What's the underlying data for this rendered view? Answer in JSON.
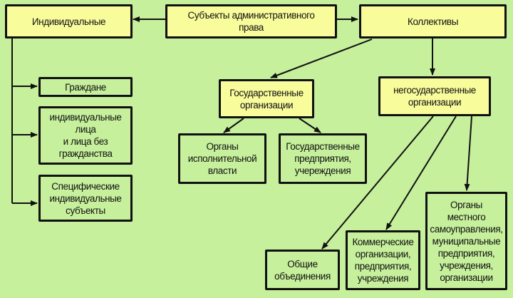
{
  "nodes": {
    "root": "Субъекты административного\nправа",
    "individual": "Индивидуальные",
    "collective": "Коллективы",
    "citizens": "Граждане",
    "individuals_stateless": "индивидуальные\nлица\nи лица без\nгражданства",
    "specific": "Специфические\nиндивидуальные\nсубъекты",
    "state_orgs": "Государственные\nорганизации",
    "nonstate_orgs": "негосударственные\nорганизации",
    "executive": "Органы\nисполнительной\nвласти",
    "state_enterprises": "Государственные\nпредприятия,\nучереждения",
    "public_assoc": "Общие\nобъединения",
    "commercial": "Коммерческие\nорганизации,\nпредприятия,\nучреждения",
    "local_gov": "Органы\nместного\nсамоуправления,\nмуниципальные\nпредприятия,\nучреждения,\nорганизации"
  },
  "colors": {
    "background": "#c6f09c",
    "highlight": "#f8fc9a",
    "stroke": "#111111"
  }
}
